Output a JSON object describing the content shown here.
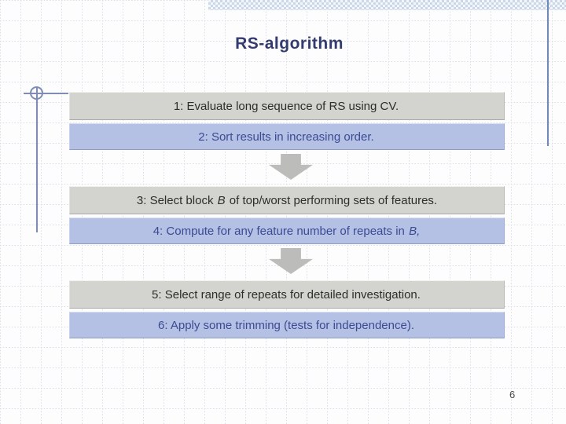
{
  "slide": {
    "title": "RS-algorithm",
    "page_number": "6",
    "steps": [
      {
        "pre": "1: Evaluate long sequence of RS using CV.",
        "em": "",
        "post": "",
        "variant": "gray"
      },
      {
        "pre": "2: Sort results in increasing order.",
        "em": "",
        "post": "",
        "variant": "lavender"
      },
      {
        "pre": "3: Select block ",
        "em": "B",
        "post": " of top/worst performing sets of features.",
        "variant": "gray"
      },
      {
        "pre": "4: Compute for any feature number of repeats in ",
        "em": "B,",
        "post": "",
        "variant": "lavender"
      },
      {
        "pre": "5: Select range of repeats for detailed investigation.",
        "em": "",
        "post": "",
        "variant": "gray"
      },
      {
        "pre": "6: Apply some trimming (tests for independence).",
        "em": "",
        "post": "",
        "variant": "lavender"
      }
    ],
    "icons": {
      "flow_arrow": "block-arrow-down"
    },
    "colors": {
      "title_text": "#343b6e",
      "gray_box": "#d3d3d0",
      "lavender_box": "#b4c0e4",
      "lavender_text": "#3b4b92",
      "gray_text": "#2e2e28",
      "arrow": "#bcbcba",
      "accent_line": "#7f8db6",
      "band_check": "#cbd8ea"
    }
  }
}
